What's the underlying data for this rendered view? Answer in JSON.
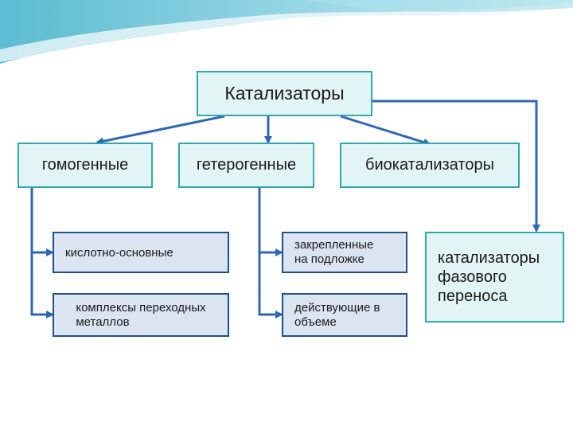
{
  "root": "Катализаторы",
  "categories": {
    "homogeneous": "гомогенные",
    "heterogeneous": "гетерогенные",
    "bio": "биокатализаторы",
    "phase_transfer": "катализаторы\nфазового\nпереноса"
  },
  "homogeneous_types": {
    "acid_base": "кислотно-основные",
    "transition_metal": "комплексы переходных\nметаллов"
  },
  "heterogeneous_types": {
    "supported": "закрепленные\nна подложке",
    "bulk": "действующие в\nобъеме"
  },
  "colors": {
    "category_border": "#2ea9ac",
    "category_fill": "#e3f4f6",
    "subtype_border": "#1f4e8c",
    "subtype_fill": "#dbe4f1",
    "connector": "#2f67b8"
  }
}
